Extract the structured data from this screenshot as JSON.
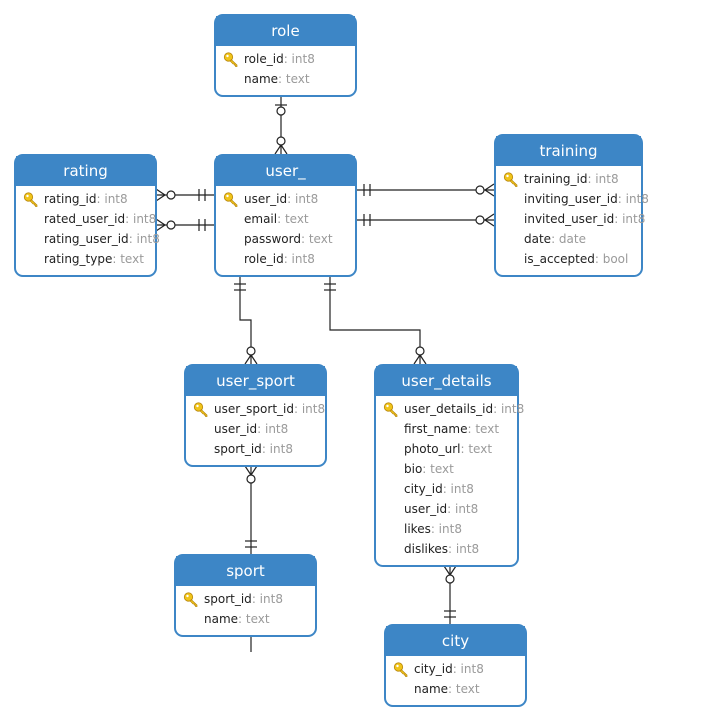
{
  "colors": {
    "header": "#3d86c6",
    "line": "#222222",
    "key": "#f0c419",
    "type_text": "#9a9a9a"
  },
  "entities": {
    "role": {
      "title": "role",
      "fields": [
        {
          "name": "role_id",
          "type": ": int8",
          "pk": true
        },
        {
          "name": "name",
          "type": ": text",
          "pk": false
        }
      ]
    },
    "rating": {
      "title": "rating",
      "fields": [
        {
          "name": "rating_id",
          "type": ": int8",
          "pk": true
        },
        {
          "name": "rated_user_id",
          "type": ": int8",
          "pk": false
        },
        {
          "name": "rating_user_id",
          "type": ": int8",
          "pk": false
        },
        {
          "name": "rating_type",
          "type": ": text",
          "pk": false
        }
      ]
    },
    "user": {
      "title": "user_",
      "fields": [
        {
          "name": "user_id",
          "type": ": int8",
          "pk": true
        },
        {
          "name": "email",
          "type": ": text",
          "pk": false
        },
        {
          "name": "password",
          "type": ": text",
          "pk": false
        },
        {
          "name": "role_id",
          "type": ": int8",
          "pk": false
        }
      ]
    },
    "training": {
      "title": "training",
      "fields": [
        {
          "name": "training_id",
          "type": ": int8",
          "pk": true
        },
        {
          "name": "inviting_user_id",
          "type": ": int8",
          "pk": false
        },
        {
          "name": "invited_user_id",
          "type": ": int8",
          "pk": false
        },
        {
          "name": "date",
          "type": ": date",
          "pk": false
        },
        {
          "name": "is_accepted",
          "type": ": bool",
          "pk": false
        }
      ]
    },
    "user_sport": {
      "title": "user_sport",
      "fields": [
        {
          "name": "user_sport_id",
          "type": ": int8",
          "pk": true
        },
        {
          "name": "user_id",
          "type": ": int8",
          "pk": false
        },
        {
          "name": "sport_id",
          "type": ": int8",
          "pk": false
        }
      ]
    },
    "user_details": {
      "title": "user_details",
      "fields": [
        {
          "name": "user_details_id",
          "type": ": int8",
          "pk": true
        },
        {
          "name": "first_name",
          "type": ": text",
          "pk": false
        },
        {
          "name": "photo_url",
          "type": ": text",
          "pk": false
        },
        {
          "name": "bio",
          "type": ": text",
          "pk": false
        },
        {
          "name": "city_id",
          "type": ": int8",
          "pk": false
        },
        {
          "name": "user_id",
          "type": ": int8",
          "pk": false
        },
        {
          "name": "likes",
          "type": ": int8",
          "pk": false
        },
        {
          "name": "dislikes",
          "type": ": int8",
          "pk": false
        }
      ]
    },
    "sport": {
      "title": "sport",
      "fields": [
        {
          "name": "sport_id",
          "type": ": int8",
          "pk": true
        },
        {
          "name": "name",
          "type": ": text",
          "pk": false
        }
      ]
    },
    "city": {
      "title": "city",
      "fields": [
        {
          "name": "city_id",
          "type": ": int8",
          "pk": true
        },
        {
          "name": "name",
          "type": ": text",
          "pk": false
        }
      ]
    }
  },
  "relationships": [
    {
      "from": "role",
      "to": "user",
      "from_end": "one",
      "to_end": "zero-or-many"
    },
    {
      "from": "user",
      "to": "rating",
      "from_end": "one",
      "to_end": "zero-or-many"
    },
    {
      "from": "user",
      "to": "rating",
      "from_end": "one",
      "to_end": "zero-or-many"
    },
    {
      "from": "user",
      "to": "training",
      "from_end": "one",
      "to_end": "zero-or-many"
    },
    {
      "from": "user",
      "to": "training",
      "from_end": "one",
      "to_end": "zero-or-many"
    },
    {
      "from": "user",
      "to": "user_sport",
      "from_end": "one",
      "to_end": "zero-or-many"
    },
    {
      "from": "user",
      "to": "user_details",
      "from_end": "one",
      "to_end": "zero-or-many"
    },
    {
      "from": "sport",
      "to": "user_sport",
      "from_end": "one",
      "to_end": "zero-or-many"
    },
    {
      "from": "city",
      "to": "user_details",
      "from_end": "one",
      "to_end": "zero-or-many"
    }
  ]
}
